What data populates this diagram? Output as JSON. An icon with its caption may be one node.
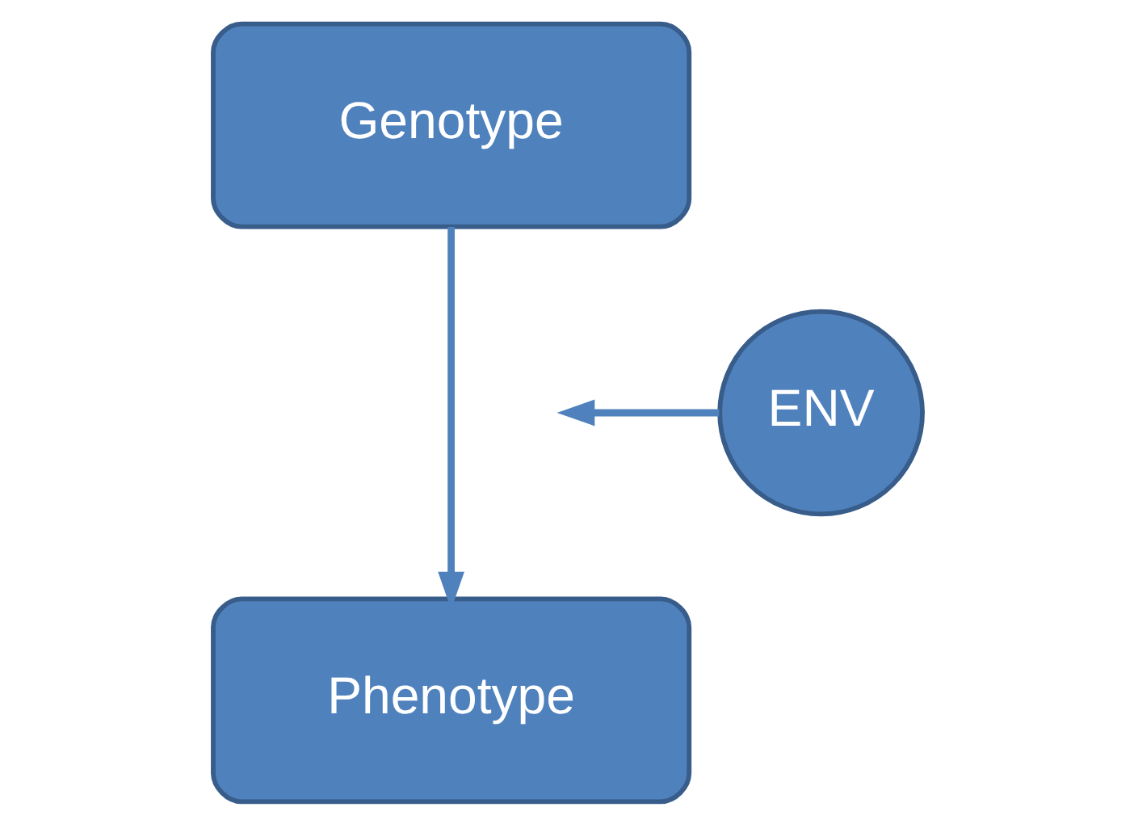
{
  "diagram": {
    "nodes": [
      {
        "text": [
          "Genotype"
        ]
      },
      {
        "text": [
          "Phenotype"
        ]
      },
      {
        "text": [
          "ENV"
        ]
      }
    ],
    "edges": [
      {
        "from": 0,
        "to": 1,
        "arrow": "to"
      },
      {
        "from": 2,
        "to": null,
        "arrow": "to"
      }
    ]
  }
}
